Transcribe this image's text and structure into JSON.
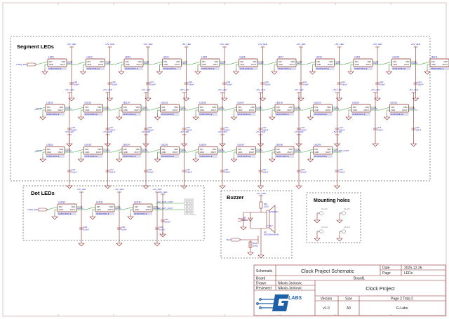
{
  "colors": {
    "wire": "#3a9a3a",
    "part": "#8b2a2a",
    "label": "#2a2ac0",
    "frame": "#8b2a2a",
    "box": "#666666"
  },
  "segment": {
    "title": "Segment LEDs",
    "input_port": "LEDS_DIN",
    "power": "+5V_LED",
    "part": "SK6812MINI-E",
    "cap_value": "100nF",
    "pins": [
      "DIN",
      "VDD",
      "GND",
      "DOUT"
    ],
    "rows": [
      {
        "in_net": "",
        "leds": [
          "LED1",
          "LED2",
          "LED3",
          "LED4",
          "LED5",
          "LED6",
          "LED7",
          "LED8",
          "LED9",
          "LED10",
          "LED11"
        ],
        "caps": [
          "C25",
          "C26",
          "C27",
          "C28",
          "C29",
          "C30",
          "C31",
          "C32",
          "C33",
          "C34",
          "C35"
        ],
        "nets": [
          "LED1",
          "LED2",
          "LED3",
          "LED4",
          "LED5",
          "LED6",
          "LED7",
          "LED8",
          "LED9",
          "LED10",
          "LED11"
        ]
      },
      {
        "in_net": "LED11",
        "leds": [
          "LED12",
          "LED13",
          "LED14",
          "LED15",
          "LED16",
          "LED17",
          "LED18",
          "LED19",
          "LED20",
          "LED21"
        ],
        "caps": [
          "C36",
          "C37",
          "C38",
          "C39",
          "C40",
          "C41",
          "C42",
          "C43",
          "C44",
          "C45"
        ],
        "nets": [
          "LED12",
          "LED13",
          "LED14",
          "LED15",
          "LED16",
          "LED17",
          "LED18",
          "LED19",
          "LED20",
          "LED21"
        ]
      },
      {
        "in_net": "LED21",
        "leds": [
          "LED22",
          "LED23",
          "LED24",
          "LED25",
          "LED26",
          "LED27",
          "LED28",
          "LED29"
        ],
        "caps": [
          "C46",
          "C47",
          "C48",
          "C49",
          "C50",
          "C51",
          "C52",
          "C53"
        ],
        "nets": [
          "LED22",
          "LED23",
          "LED24",
          "LED25",
          "LED26",
          "LED27",
          "LED28",
          "LED_NUM_CONT"
        ]
      }
    ]
  },
  "dot": {
    "title": "Dot LEDs",
    "input_port": "LEDS_DIN",
    "leds": [
      "LED30",
      "LED31",
      "LED32"
    ],
    "caps": [
      "C54",
      "C55",
      "C56"
    ],
    "nets": [
      "LED30",
      "LED31",
      "LED32"
    ],
    "extra_cap": "C57",
    "outputs": [
      "LED_NUM_CONT",
      "LED_DOT_CONT"
    ],
    "connector": "J1"
  },
  "buzzer": {
    "title": "Buzzer",
    "power": "+5V_USB",
    "resistor": {
      "ref": "R15",
      "value": "150Ω"
    },
    "buzzer": {
      "ref": "BUZZER1",
      "value": "2.7kHz"
    },
    "diode": {
      "ref": "D8",
      "value": "1N4148"
    },
    "cap": {
      "ref": "C58",
      "value": "1µF"
    },
    "transistor": {
      "ref": "Q2",
      "value": "SN7002W,H6433"
    },
    "pulldown": {
      "ref": "R16",
      "value": "10kΩ"
    },
    "input_port": "BUZ"
  },
  "mounting": {
    "title": "Mounting holes",
    "holes": [
      "MH201",
      "MH202",
      "MH203",
      "MH204"
    ]
  },
  "title_block": {
    "schematic_label": "Schematic",
    "schematic": "Clock Project Schematic",
    "date_label": "Date",
    "date": "2025-12-26",
    "page_label": "Page",
    "page": "LEDs",
    "board_label": "Board",
    "board": "Board1",
    "drawn_label": "Drawn",
    "drawn": "Nikola Jankovic",
    "reviewed_label": "Reviewed",
    "reviewed": "Nikola Jankovic",
    "project": "Clock Project",
    "version_label": "Version",
    "version": "v1.0",
    "size_label": "Size",
    "size": "A3",
    "pages": "Page  2  Total  2",
    "company": "G-Labs",
    "logo_text": "LABS"
  }
}
